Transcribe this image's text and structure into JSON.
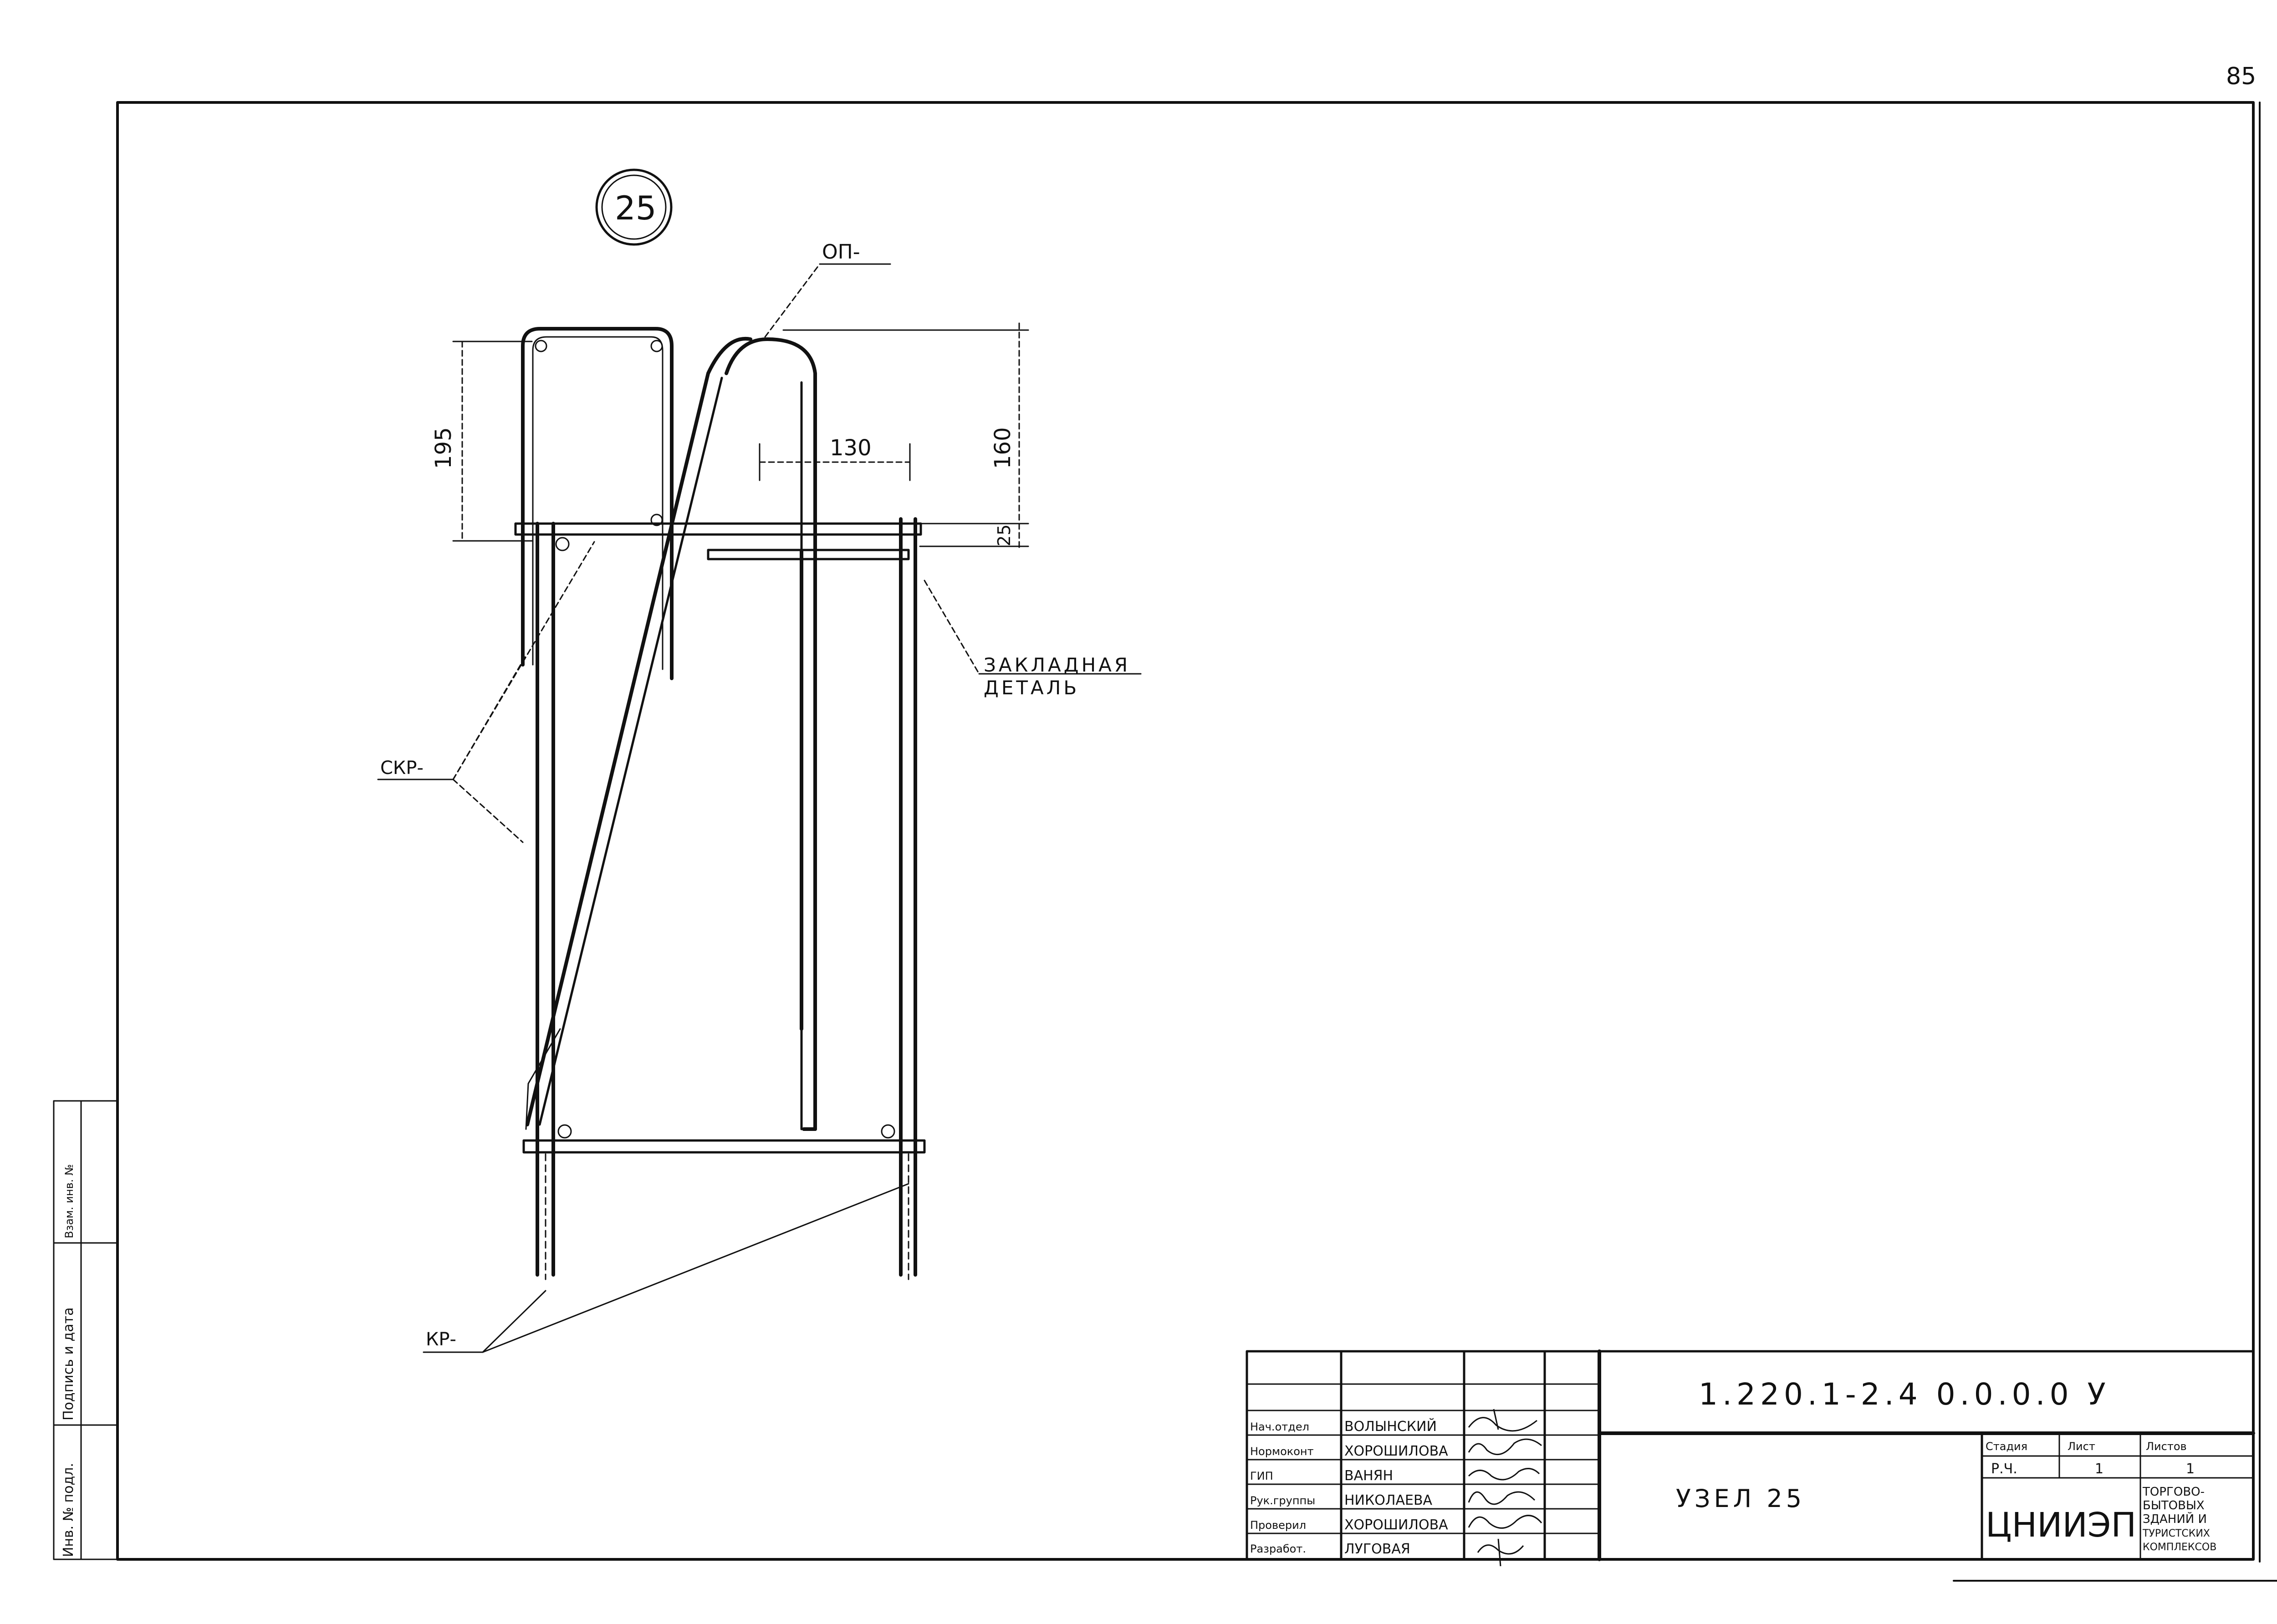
{
  "page_number": "85",
  "node": {
    "label": "25",
    "callouts": {
      "op": "ОП-",
      "skr": "СКР-",
      "kr": "КР-",
      "embedded_part_line1": "ЗАКЛАДНАЯ",
      "embedded_part_line2": "ДЕТАЛЬ"
    },
    "dimensions": {
      "d195": "195",
      "d130": "130",
      "d160": "160",
      "d25": "25"
    }
  },
  "left_stamp": {
    "col1": "Инв. № подл.",
    "col2": "Подпись и дата",
    "col3": "Взам. инв. №"
  },
  "title_block": {
    "designation": "1.220.1-2.4 0.0.0.0 У",
    "sheet_title": "УЗЕЛ 25",
    "org": "ЦНИИЭП",
    "roles": [
      {
        "role": "Нач.отдел",
        "name": "ВОЛЫНСКИЙ"
      },
      {
        "role": "Нормоконт",
        "name": "ХОРОШИЛОВА"
      },
      {
        "role": "ГИП",
        "name": "ВАНЯН"
      },
      {
        "role": "Рук.группы",
        "name": "НИКОЛАЕВА"
      },
      {
        "role": "Проверил",
        "name": "ХОРОШИЛОВА"
      },
      {
        "role": "Разработ.",
        "name": "ЛУГОВАЯ"
      }
    ],
    "stage_header": "Стадия",
    "sheet_header": "Лист",
    "sheets_header": "Листов",
    "stage": "Р.Ч.",
    "sheet": "1",
    "sheets": "1",
    "complex_lines": [
      "ТОРГОВО-",
      "БЫТОВЫХ",
      "ЗДАНИЙ И",
      "ТУРИСТСКИХ",
      "КОМПЛЕКСОВ"
    ]
  }
}
